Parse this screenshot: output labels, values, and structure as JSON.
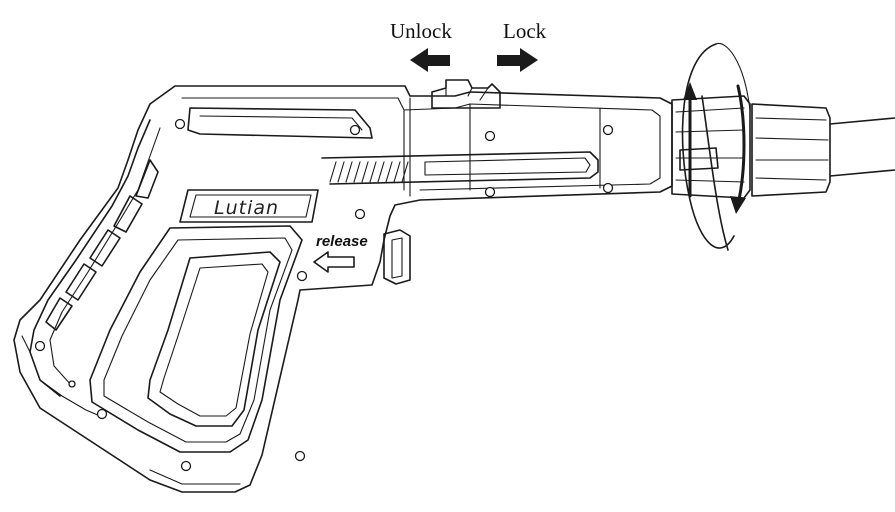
{
  "labels": {
    "unlock": "Unlock",
    "lock": "Lock",
    "brand": "Lutian",
    "release": "release"
  },
  "colors": {
    "line": "#1a1a1a",
    "background": "#ffffff"
  },
  "icons": {
    "unlock_arrow": "arrow-left-icon",
    "lock_arrow": "arrow-right-icon",
    "release_arrow": "outline-arrow-left-icon",
    "rotation": "rotate-arrows-icon"
  }
}
